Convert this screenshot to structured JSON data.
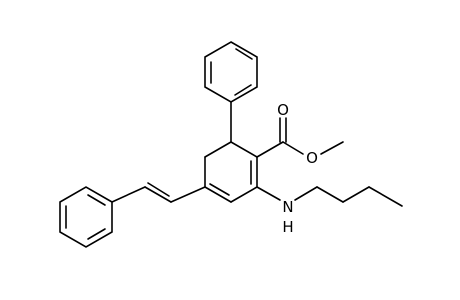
{
  "colors": {
    "background": "#ffffff",
    "bond": "#000000",
    "label": "#000000"
  },
  "atoms": {
    "carbonyl_oxygen": "O",
    "ester_oxygen": "O",
    "amine_nitrogen": "N",
    "amine_hydrogen": "H"
  }
}
